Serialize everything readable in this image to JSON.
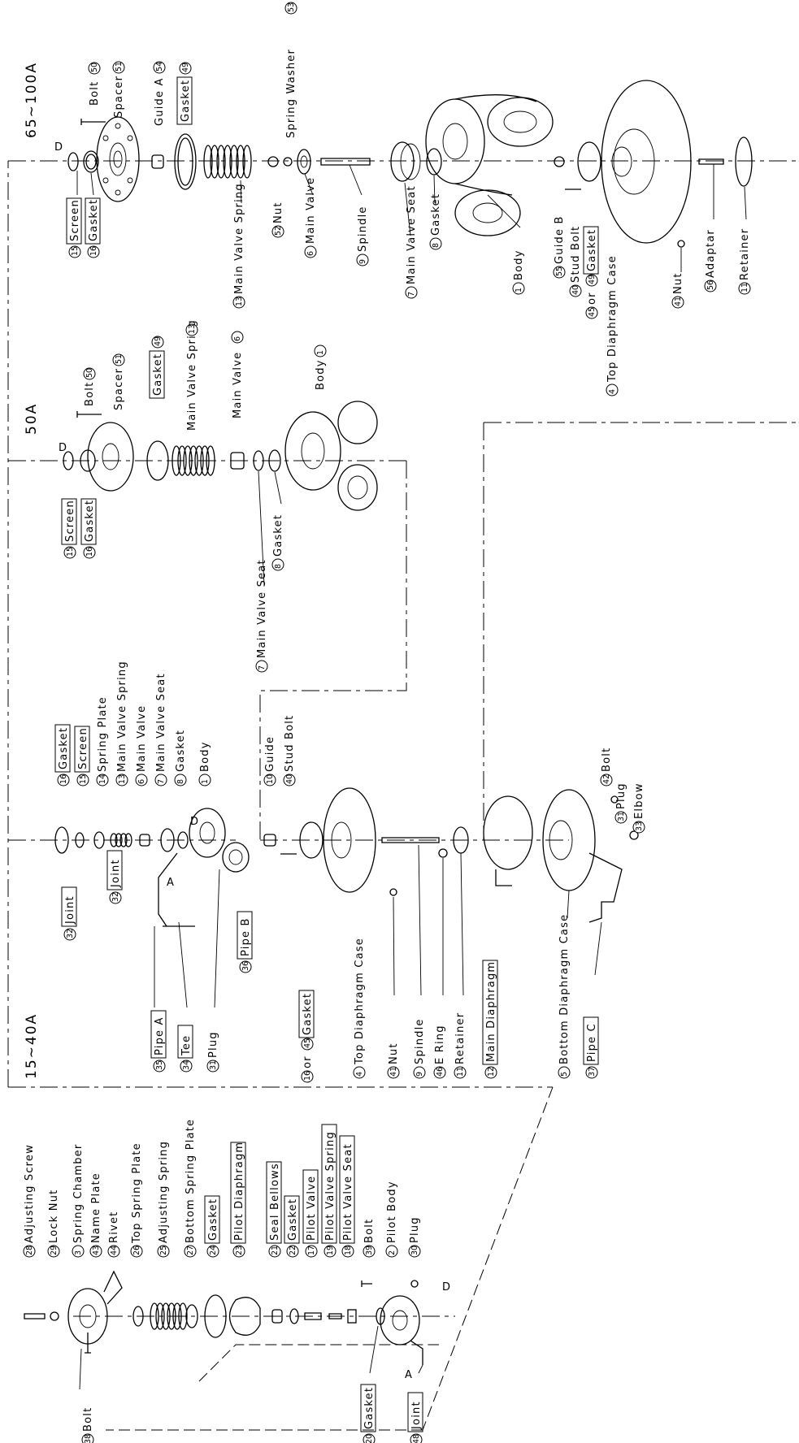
{
  "sections": {
    "s65_100": "65~100A",
    "s50": "50A",
    "s15_40": "15~40A"
  },
  "points": {
    "D": "D",
    "A": "A"
  },
  "parts_65_100": [
    {
      "n": "15",
      "label": "Screen",
      "boxed": true
    },
    {
      "n": "16",
      "label": "Gasket",
      "boxed": true
    },
    {
      "n": "50",
      "label": "Bolt",
      "boxed": false
    },
    {
      "n": "51",
      "label": "Spacer",
      "boxed": false
    },
    {
      "n": "54",
      "label": "Guide A",
      "boxed": false
    },
    {
      "n": "49",
      "label": "Gasket",
      "boxed": true
    },
    {
      "n": "13",
      "label": "Main Valve Spring",
      "boxed": false
    },
    {
      "n": "52",
      "label": "Nut",
      "boxed": false
    },
    {
      "n": "53",
      "label": "Spring Washer",
      "boxed": false
    },
    {
      "n": "6",
      "label": "Main Valve",
      "boxed": false
    },
    {
      "n": "9",
      "label": "Spindle",
      "boxed": false
    },
    {
      "n": "7",
      "label": "Main Valve Seat",
      "boxed": false
    },
    {
      "n": "8",
      "label": "Gasket",
      "boxed": false
    },
    {
      "n": "1",
      "label": "Body",
      "boxed": false
    },
    {
      "n": "55",
      "label": "Guide B",
      "boxed": false
    },
    {
      "n": "40",
      "label": "Stud Bolt",
      "boxed": false
    },
    {
      "n": "45",
      "label": "or",
      "boxed": false
    },
    {
      "n": "49",
      "label": "Gasket",
      "boxed": true
    },
    {
      "n": "4",
      "label": "Top Diaphragm Case",
      "boxed": false
    },
    {
      "n": "41",
      "label": "Nut",
      "boxed": false
    },
    {
      "n": "56",
      "label": "Adaptar",
      "boxed": false
    },
    {
      "n": "11",
      "label": "Retainer",
      "boxed": false
    }
  ],
  "parts_50": [
    {
      "n": "15",
      "label": "Screen",
      "boxed": true
    },
    {
      "n": "16",
      "label": "Gasket",
      "boxed": true
    },
    {
      "n": "50",
      "label": "Bolt",
      "boxed": false
    },
    {
      "n": "51",
      "label": "Spacer",
      "boxed": false
    },
    {
      "n": "49",
      "label": "Gasket",
      "boxed": true
    },
    {
      "n": "13",
      "label": "Main Valve Spring",
      "boxed": false
    },
    {
      "n": "6",
      "label": "Main Valve",
      "boxed": false
    },
    {
      "n": "1",
      "label": "Body",
      "boxed": false
    },
    {
      "n": "8",
      "label": "Gasket",
      "boxed": false
    },
    {
      "n": "7",
      "label": "Main Valve Seat",
      "boxed": false
    }
  ],
  "parts_15_40": [
    {
      "n": "16",
      "label": "Gasket",
      "boxed": true
    },
    {
      "n": "15",
      "label": "Screen",
      "boxed": true
    },
    {
      "n": "14",
      "label": "Spring Plate",
      "boxed": false
    },
    {
      "n": "13",
      "label": "Main Valve Spring",
      "boxed": false
    },
    {
      "n": "6",
      "label": "Main Valve",
      "boxed": false
    },
    {
      "n": "7",
      "label": "Main Valve Seat",
      "boxed": false
    },
    {
      "n": "8",
      "label": "Gasket",
      "boxed": false
    },
    {
      "n": "1",
      "label": "Body",
      "boxed": false
    },
    {
      "n": "10",
      "label": "Guide",
      "boxed": false
    },
    {
      "n": "40",
      "label": "Stud Bolt",
      "boxed": false
    },
    {
      "n": "32",
      "label": "Joint",
      "boxed": true
    },
    {
      "n": "36",
      "label": "Pipe B",
      "boxed": true
    },
    {
      "n": "35",
      "label": "Pipe A",
      "boxed": true
    },
    {
      "n": "34",
      "label": "Tee",
      "boxed": true
    },
    {
      "n": "31",
      "label": "Plug",
      "boxed": false
    },
    {
      "n": "16",
      "label": "or",
      "boxed": false
    },
    {
      "n": "45",
      "label": "Gasket",
      "boxed": true
    },
    {
      "n": "4",
      "label": "Top Diaphragm Case",
      "boxed": false
    },
    {
      "n": "41",
      "label": "Nut",
      "boxed": false
    },
    {
      "n": "9",
      "label": "Spindle",
      "boxed": false
    },
    {
      "n": "46",
      "label": "E Ring",
      "boxed": false
    },
    {
      "n": "11",
      "label": "Retainer",
      "boxed": false
    },
    {
      "n": "12",
      "label": "Main Diaphragm",
      "boxed": true
    },
    {
      "n": "5",
      "label": "Bottom Diaphragm Case",
      "boxed": false
    },
    {
      "n": "37",
      "label": "Pipe C",
      "boxed": true
    },
    {
      "n": "42",
      "label": "Bolt",
      "boxed": false
    },
    {
      "n": "31",
      "label": "Plug",
      "boxed": false
    },
    {
      "n": "33",
      "label": "Elbow",
      "boxed": false
    }
  ],
  "parts_pilot": [
    {
      "n": "28",
      "label": "Adjusting Screw",
      "boxed": false
    },
    {
      "n": "29",
      "label": "Lock Nut",
      "boxed": false
    },
    {
      "n": "3",
      "label": "Spring Chamber",
      "boxed": false
    },
    {
      "n": "43",
      "label": "Name Plate",
      "boxed": false
    },
    {
      "n": "44",
      "label": "Rivet",
      "boxed": false
    },
    {
      "n": "26",
      "label": "Top Spring Plate",
      "boxed": false
    },
    {
      "n": "25",
      "label": "Adjusting Spring",
      "boxed": false
    },
    {
      "n": "27",
      "label": "Bottom Spring Plate",
      "boxed": false
    },
    {
      "n": "24",
      "label": "Gasket",
      "boxed": true
    },
    {
      "n": "23",
      "label": "Pilot Diaphragm",
      "boxed": true
    },
    {
      "n": "21",
      "label": "Seal Bellows",
      "boxed": true
    },
    {
      "n": "22",
      "label": "Gasket",
      "boxed": true
    },
    {
      "n": "17",
      "label": "Pilot Valve",
      "boxed": true
    },
    {
      "n": "19",
      "label": "Pilot Valve Spring",
      "boxed": true
    },
    {
      "n": "18",
      "label": "Pilot Valve Seat",
      "boxed": true
    },
    {
      "n": "39",
      "label": "Bolt",
      "boxed": false
    },
    {
      "n": "2",
      "label": "Pilot Body",
      "boxed": false
    },
    {
      "n": "30",
      "label": "Plug",
      "boxed": false
    },
    {
      "n": "38",
      "label": "Bolt",
      "boxed": false
    },
    {
      "n": "20",
      "label": "Gasket",
      "boxed": true
    },
    {
      "n": "48",
      "label": "Joint",
      "boxed": true
    }
  ]
}
